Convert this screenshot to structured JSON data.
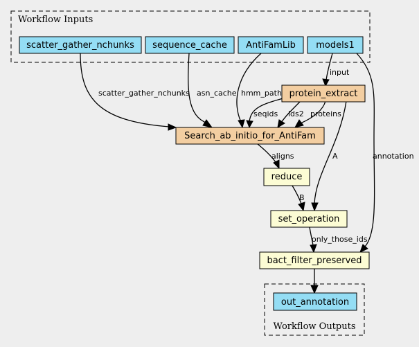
{
  "colors": {
    "background": "#eeeeee",
    "input_output": "#94ddf4",
    "step": "#f3cea1",
    "step_light": "#fcfcd4"
  },
  "clusters": {
    "inputs_title": "Workflow Inputs",
    "outputs_title": "Workflow Outputs"
  },
  "nodes": {
    "scatter_gather_nchunks": "scatter_gather_nchunks",
    "sequence_cache": "sequence_cache",
    "antifamlib": "AntiFamLib",
    "models1": "models1",
    "protein_extract": "protein_extract",
    "search": "Search_ab_initio_for_AntiFam",
    "reduce": "reduce",
    "set_operation": "set_operation",
    "bact_filter": "bact_filter_preserved",
    "out_annotation": "out_annotation"
  },
  "edges": {
    "scatter_gather_nchunks": "scatter_gather_nchunks",
    "asn_cache": "asn_cache",
    "hmm_path": "hmm_path",
    "input": "input",
    "seqids": "seqids",
    "lds2": "lds2",
    "proteins": "proteins",
    "A": "A",
    "annotation": "annotation",
    "aligns": "aligns",
    "B": "B",
    "only_those_ids": "only_those_ids"
  }
}
